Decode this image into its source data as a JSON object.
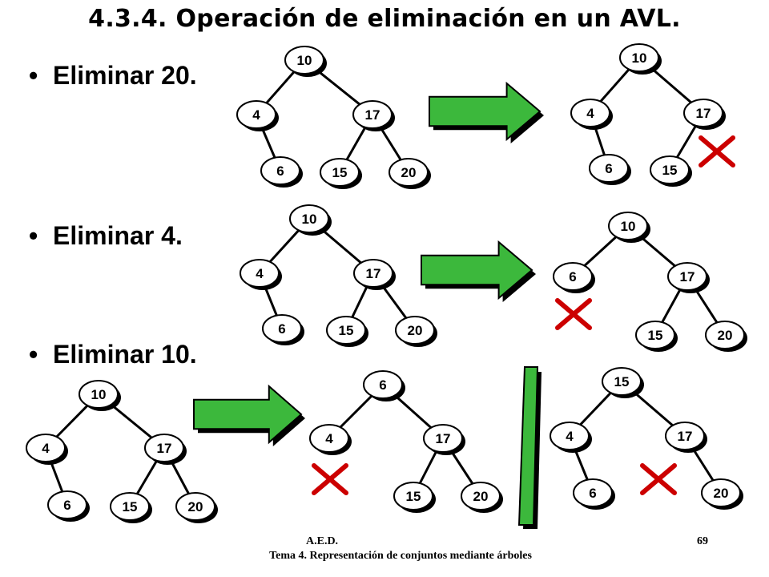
{
  "title": "4.3.4. Operación de eliminación en un AVL.",
  "bullet_marker": "•",
  "bullets": [
    "Eliminar 20.",
    "Eliminar 4.",
    "Eliminar 10."
  ],
  "footer": {
    "left": "A.E.D.",
    "page": "69",
    "subtitle": "Tema 4. Representación de conjuntos mediante árboles"
  },
  "colors": {
    "arrow_fill": "#3cb83c",
    "arrow_shadow": "#1f6b1f",
    "cross": "#cc0000",
    "node_fill": "#ffffff",
    "node_shadow": "#000000"
  },
  "trees": [
    {
      "id": "tree-1-before",
      "nodes": [
        "10",
        "4",
        "17",
        "6",
        "15",
        "20"
      ]
    },
    {
      "id": "tree-1-after",
      "nodes": [
        "10",
        "4",
        "17",
        "6",
        "15"
      ]
    },
    {
      "id": "tree-2-before",
      "nodes": [
        "10",
        "4",
        "17",
        "6",
        "15",
        "20"
      ]
    },
    {
      "id": "tree-2-after",
      "nodes": [
        "10",
        "6",
        "17",
        "15",
        "20"
      ]
    },
    {
      "id": "tree-3-before",
      "nodes": [
        "10",
        "4",
        "17",
        "6",
        "15",
        "20"
      ]
    },
    {
      "id": "tree-3-after-a",
      "nodes": [
        "6",
        "4",
        "17",
        "15",
        "20"
      ]
    },
    {
      "id": "tree-3-after-b",
      "nodes": [
        "15",
        "4",
        "17",
        "6",
        "20"
      ]
    }
  ]
}
